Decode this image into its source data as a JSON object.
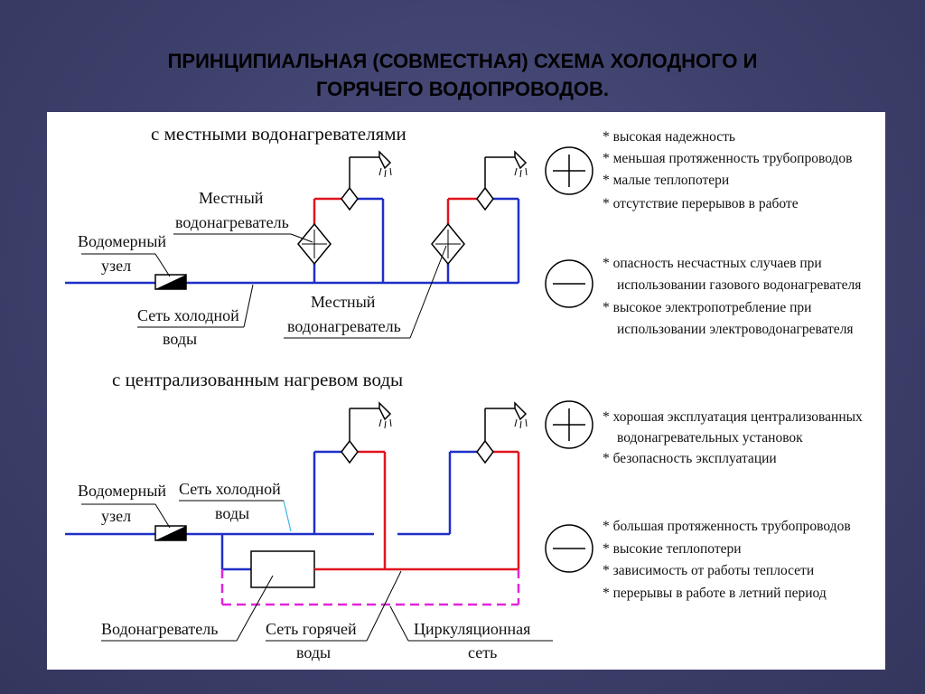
{
  "title": {
    "line1": "ПРИНЦИПИАЛЬНАЯ (СОВМЕСТНАЯ) СХЕМА ХОЛОДНОГО И",
    "line2": "ГОРЯЧЕГО ВОДОПРОВОДОВ."
  },
  "local": {
    "heading": "с местными водонагревателями",
    "meter_label": [
      "Водомерный",
      "узел"
    ],
    "cold_net_label": [
      "Сеть холодной",
      "воды"
    ],
    "heater_label_top": [
      "Местный",
      "водонагреватель"
    ],
    "heater_label_bottom": [
      "Местный",
      "водонагреватель"
    ],
    "plus_symbol": "plus",
    "minus_symbol": "minus",
    "pros": [
      "* высокая надежность",
      "* меньшая протяженность трубопроводов",
      "* малые теплопотери",
      "* отсутствие перерывов в работе"
    ],
    "cons": [
      "* опасность несчастных случаев при",
      "использовании газового водонагревателя",
      "* высокое электропотребление при",
      "использовании электроводонагревателя"
    ]
  },
  "central": {
    "heading": "с централизованным нагревом воды",
    "meter_label": [
      "Водомерный",
      "узел"
    ],
    "cold_net_label": [
      "Сеть холодной",
      "воды"
    ],
    "heater_label": "Водонагреватель",
    "hot_net_label": [
      "Сеть горячей",
      "воды"
    ],
    "circ_label": [
      "Циркуляционная",
      "сеть"
    ],
    "plus_symbol": "plus",
    "minus_symbol": "minus",
    "pros": [
      "* хорошая эксплуатация централизованных",
      "водонагревательных установок",
      "* безопасность эксплуатации"
    ],
    "cons": [
      "* большая протяженность трубопроводов",
      "* высокие теплопотери",
      "* зависимость от работы теплосети",
      "* перерывы в работе в летний период"
    ]
  },
  "colors": {
    "cold_pipe": "#1f2fc7",
    "hot_pipe": "#e0141e",
    "circulation": "#e026d8",
    "leader": "#3fb5e8"
  }
}
